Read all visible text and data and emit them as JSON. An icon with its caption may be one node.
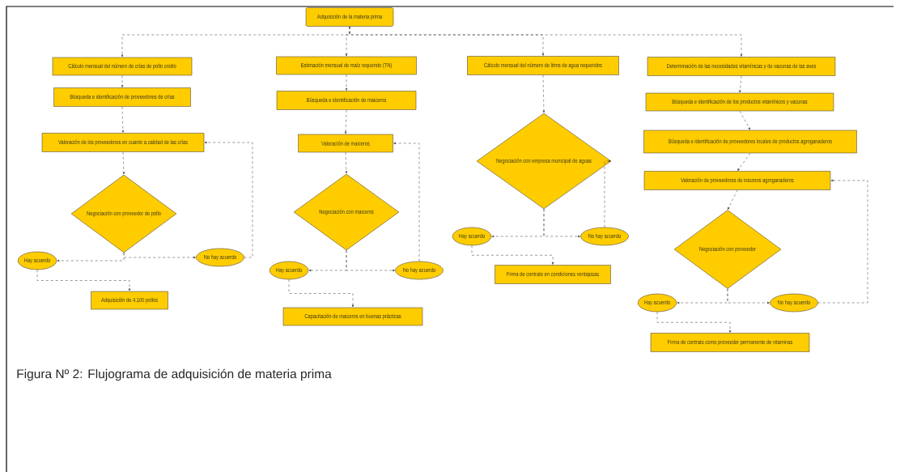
{
  "diagram": {
    "caption": "Figura Nº 2: Flujograma de adquisición de materia prima",
    "nodes": [
      {
        "text": [
          "Adquisición de la materia prima"
        ]
      },
      {
        "text": [
          "Cálculo mensual del número de crías de pollo criollo"
        ]
      },
      {
        "text": [
          "Búsqueda e identificación de proveedores de crías"
        ]
      },
      {
        "text": [
          "Valoración de los proveedores en cuanto a calidad de las crías"
        ]
      },
      {
        "text": [
          "Negociación con proveedor de pollo"
        ]
      },
      {
        "text": [
          "Hay acuerdo"
        ]
      },
      {
        "text": [
          "No hay acuerdo"
        ]
      },
      {
        "text": [
          "Adquisición de 4.100 pollos"
        ]
      },
      {
        "text": [
          "Estimación mensual de maíz requerido (TN)"
        ]
      },
      {
        "text": [
          "Búsqueda e identificación de maiceros"
        ]
      },
      {
        "text": [
          "Valoración de maiceros"
        ]
      },
      {
        "text": [
          "Negociación con maiceros"
        ]
      },
      {
        "text": [
          "Hay acuerdo"
        ]
      },
      {
        "text": [
          "No hay acuerdo"
        ]
      },
      {
        "text": [
          "Capacitación de maiceros en buenas prácticas"
        ]
      },
      {
        "text": [
          "Cálculo mensual del número de litros de agua requeridos"
        ]
      },
      {
        "text": [
          "Negociación con empresa municipal de aguas"
        ]
      },
      {
        "text": [
          "Hay acuerdo"
        ]
      },
      {
        "text": [
          "No hay acuerdo"
        ]
      },
      {
        "text": [
          "Firma de contrato en condiciones ventajosas"
        ]
      },
      {
        "text": [
          "Determinación de las necesidades vitamínicas y de vacunas de las aves"
        ]
      },
      {
        "text": [
          "Búsqueda e identificación de los productos vitamínicos y vacunas"
        ]
      },
      {
        "text": [
          "Búsqueda e identificación de proveedores locales de productos agroganaderos"
        ]
      },
      {
        "text": [
          "Valoración de proveedores de insumos agroganaderos"
        ]
      },
      {
        "text": [
          "Negociación con proveedor"
        ]
      },
      {
        "text": [
          "Hay acuerdo"
        ]
      },
      {
        "text": [
          "No hay acuerdo"
        ]
      },
      {
        "text": [
          "Firma de contrato como proveedor permanente de vitaminas"
        ]
      }
    ],
    "edges": [
      {
        "from": 0,
        "to": 1,
        "arrow": "to",
        "style": "dashed"
      },
      {
        "from": 0,
        "to": 8,
        "arrow": "to",
        "style": "dashed"
      },
      {
        "from": 0,
        "to": 15,
        "arrow": "to",
        "style": "dashed"
      },
      {
        "from": 0,
        "to": 20,
        "arrow": "to",
        "style": "dashed"
      },
      {
        "from": 1,
        "to": 2,
        "arrow": "to",
        "style": "dashed"
      },
      {
        "from": 2,
        "to": 3,
        "arrow": "to",
        "style": "dashed"
      },
      {
        "from": 3,
        "to": 4,
        "arrow": "to",
        "style": "dashed"
      },
      {
        "from": 4,
        "to": 5,
        "arrow": "to",
        "style": "dashed"
      },
      {
        "from": 4,
        "to": 6,
        "arrow": "to",
        "style": "dashed"
      },
      {
        "from": 6,
        "to": 3,
        "arrow": "to",
        "style": "dashed"
      },
      {
        "from": 5,
        "to": 7,
        "arrow": "to",
        "style": "dashed"
      },
      {
        "from": 8,
        "to": 9,
        "arrow": "to",
        "style": "dashed"
      },
      {
        "from": 9,
        "to": 10,
        "arrow": "to",
        "style": "dashed"
      },
      {
        "from": 10,
        "to": 11,
        "arrow": "to",
        "style": "dashed"
      },
      {
        "from": 11,
        "to": 12,
        "arrow": "to",
        "style": "dashed"
      },
      {
        "from": 11,
        "to": 13,
        "arrow": "to",
        "style": "dashed"
      },
      {
        "from": 13,
        "to": 10,
        "arrow": "to",
        "style": "dashed"
      },
      {
        "from": 12,
        "to": 14,
        "arrow": "to",
        "style": "dashed"
      },
      {
        "from": 15,
        "to": 16,
        "arrow": "to",
        "style": "dashed"
      },
      {
        "from": 16,
        "to": 17,
        "arrow": "to",
        "style": "dashed"
      },
      {
        "from": 16,
        "to": 18,
        "arrow": "to",
        "style": "dashed"
      },
      {
        "from": 18,
        "to": 16,
        "arrow": "to",
        "style": "dashed"
      },
      {
        "from": 17,
        "to": 19,
        "arrow": "to",
        "style": "dashed"
      },
      {
        "from": 20,
        "to": 21,
        "arrow": "to",
        "style": "dashed"
      },
      {
        "from": 21,
        "to": 22,
        "arrow": "to",
        "style": "dashed"
      },
      {
        "from": 22,
        "to": 23,
        "arrow": "to",
        "style": "dashed"
      },
      {
        "from": 23,
        "to": 24,
        "arrow": "to",
        "style": "dashed"
      },
      {
        "from": 24,
        "to": 25,
        "arrow": "to",
        "style": "dashed"
      },
      {
        "from": 24,
        "to": 26,
        "arrow": "to",
        "style": "dashed"
      },
      {
        "from": 26,
        "to": 23,
        "arrow": "to",
        "style": "dashed"
      },
      {
        "from": 25,
        "to": 27,
        "arrow": "to",
        "style": "dashed"
      }
    ]
  }
}
